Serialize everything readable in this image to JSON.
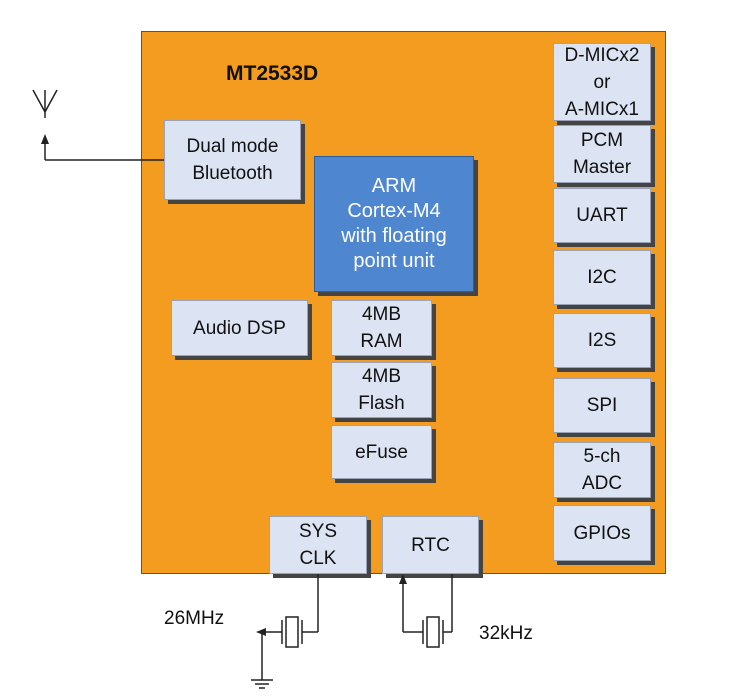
{
  "chip": {
    "title": "MT2533D"
  },
  "blocks": {
    "bluetooth": "Dual mode\nBluetooth",
    "arm": "ARM\nCortex-M4\nwith floating\npoint unit",
    "audio_dsp": "Audio DSP",
    "ram": "4MB\nRAM",
    "flash": "4MB\nFlash",
    "efuse": "eFuse",
    "sysclk": "SYS\nCLK",
    "rtc": "RTC"
  },
  "peripherals": {
    "mic": "D-MICx2\nor\nA-MICx1",
    "pcm": "PCM\nMaster",
    "uart": "UART",
    "i2c": "I2C",
    "i2s": "I2S",
    "spi": "SPI",
    "adc": "5-ch\nADC",
    "gpios": "GPIOs"
  },
  "crystals": {
    "sys_freq": "26MHz",
    "rtc_freq": "32kHz"
  },
  "colors": {
    "chip_fill": "#F39C1F",
    "block_fill": "#DCE3F2",
    "cpu_fill": "#4F86D0"
  }
}
